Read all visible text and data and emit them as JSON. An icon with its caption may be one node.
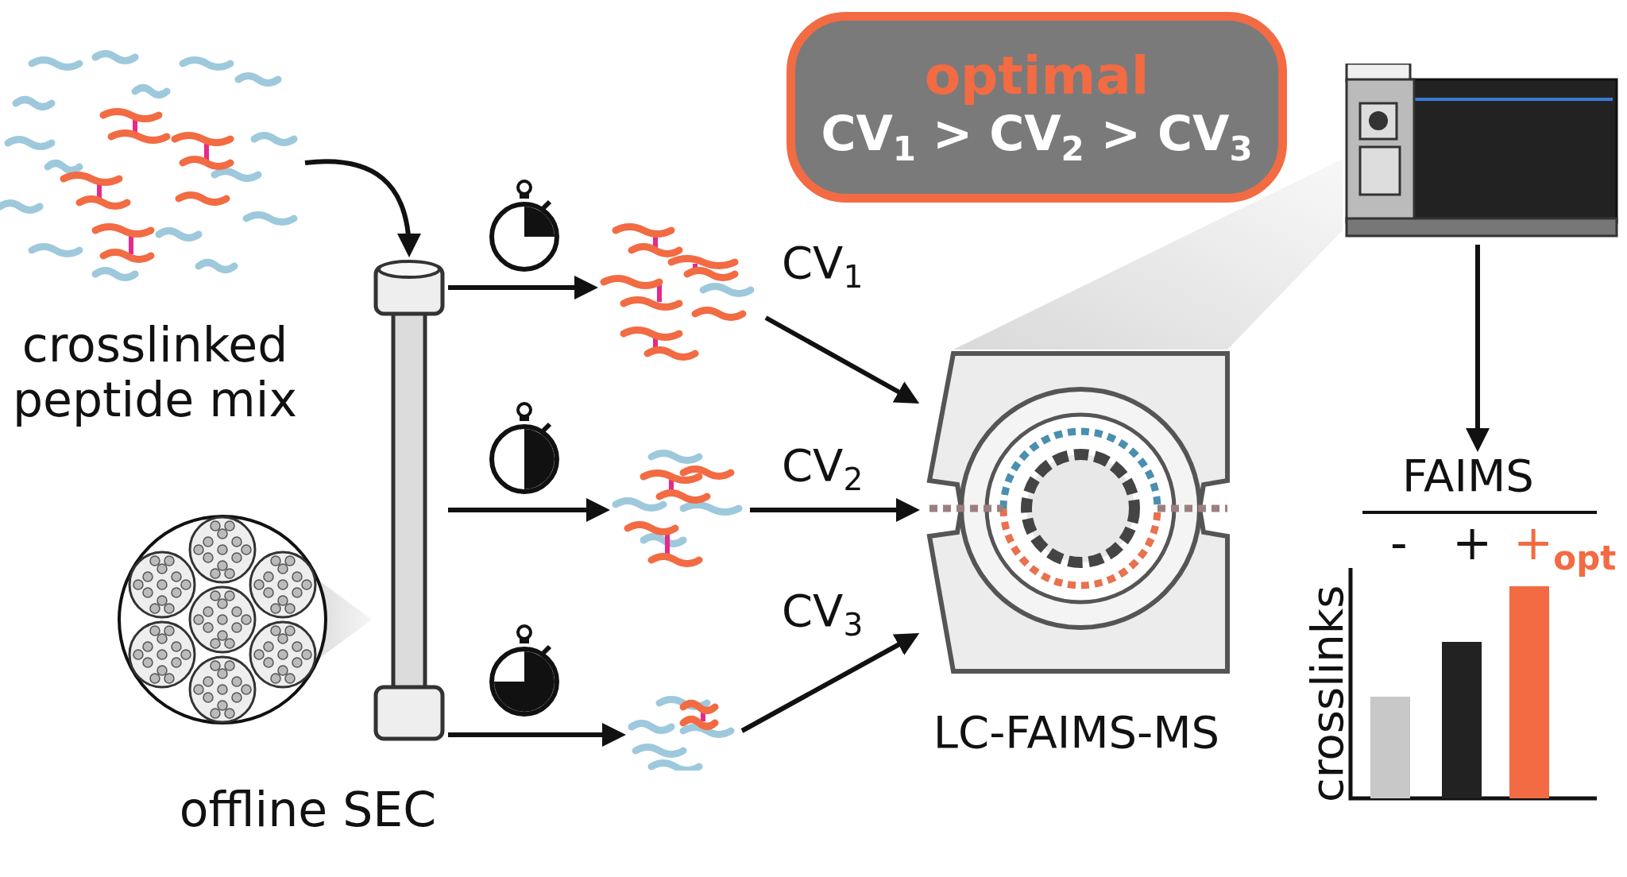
{
  "diagram": {
    "nodes": [
      {
        "text": [],
        "shape": "picture",
        "beside": [
          "crosslinked peptide mix"
        ]
      },
      {
        "text": [],
        "shape": "picture",
        "beside": [
          "offline SEC"
        ]
      },
      {
        "text": [],
        "shape": "picture"
      },
      {
        "text": [],
        "shape": "picture"
      },
      {
        "text": [],
        "shape": "picture"
      },
      {
        "text": [],
        "shape": "picture",
        "beside": [
          "LC-FAIMS-MS"
        ]
      },
      {
        "text": [],
        "shape": "picture"
      },
      {
        "text": [
          "optimal",
          "CV$_{1}$ > CV$_{2}$ > CV$_{3}$"
        ]
      },
      {
        "text": [],
        "shape": "picture"
      }
    ],
    "edges": [
      {
        "from": 0,
        "to": 1,
        "arrow": "to"
      },
      {
        "from": 1,
        "to": 2,
        "arrow": "to"
      },
      {
        "from": 1,
        "to": 3,
        "arrow": "to"
      },
      {
        "from": 1,
        "to": 4,
        "arrow": "to"
      },
      {
        "from": 2,
        "to": 5,
        "arrow": "to",
        "label": "CV$_{1}$"
      },
      {
        "from": 3,
        "to": 5,
        "arrow": "to",
        "label": "CV$_{2}$"
      },
      {
        "from": 4,
        "to": 5,
        "arrow": "to",
        "label": "CV$_{3}$"
      },
      {
        "from": 6,
        "to": 8,
        "arrow": "to"
      }
    ],
    "labels": [
      "FAIMS",
      "-",
      "+",
      "+$_{opt}$",
      "crosslinks"
    ]
  }
}
